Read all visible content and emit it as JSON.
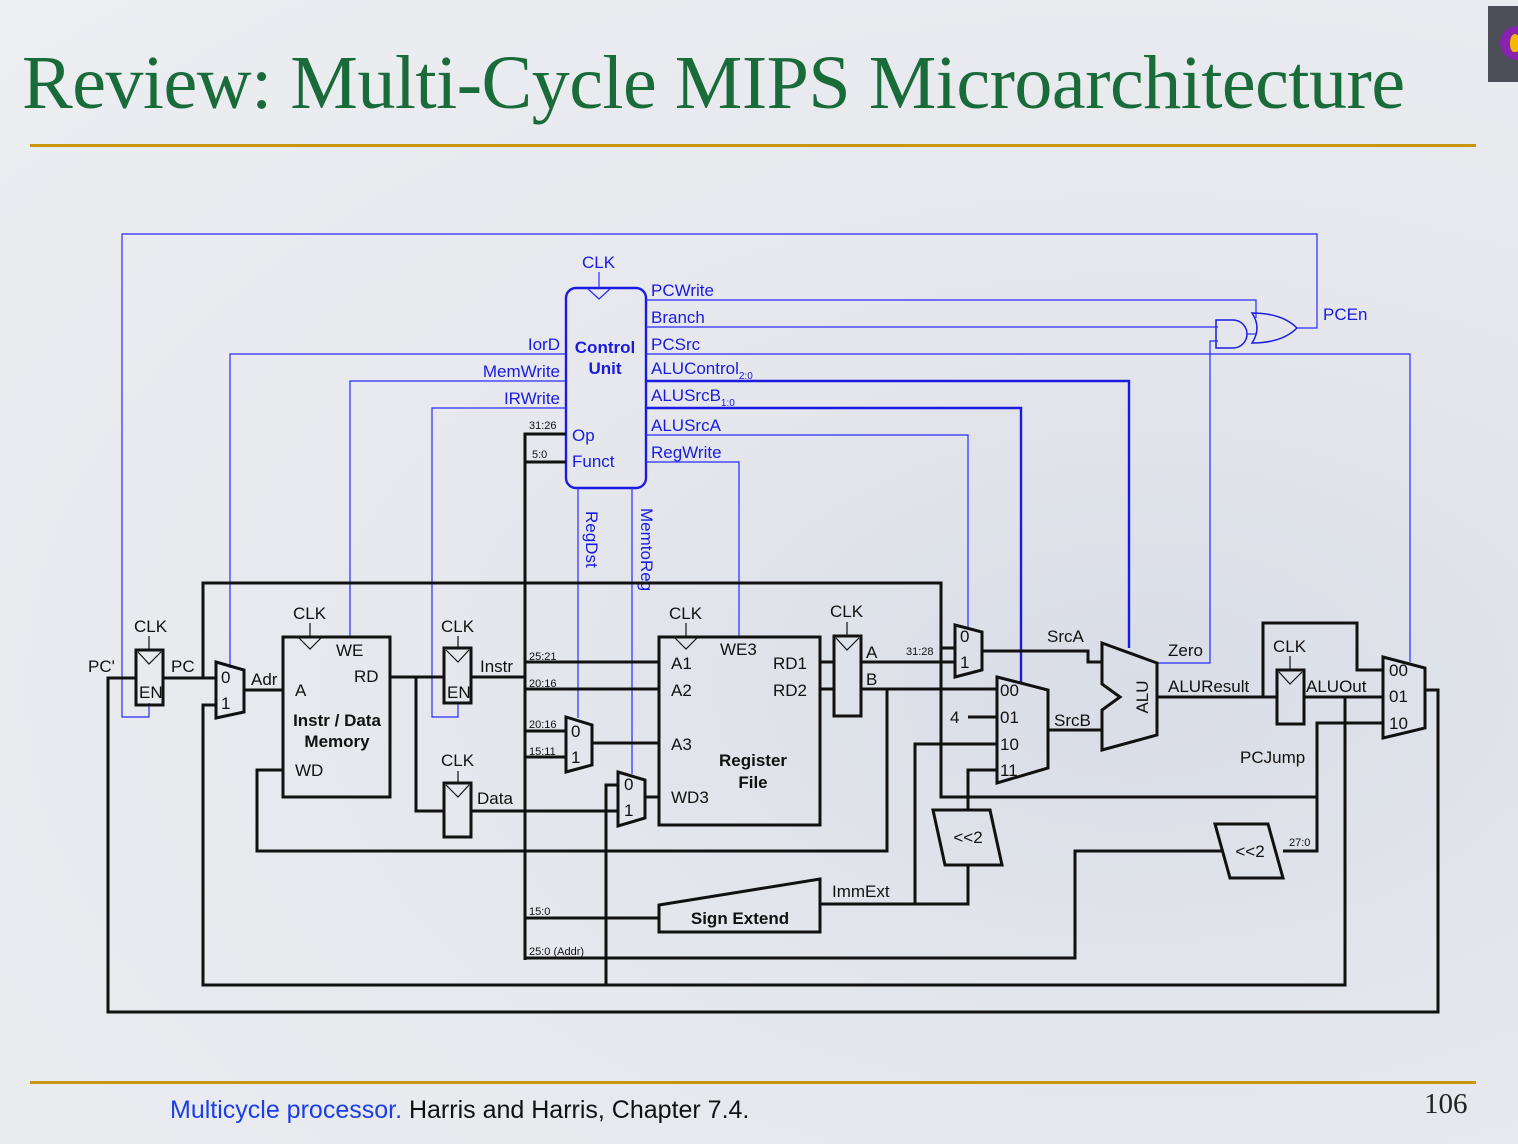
{
  "slide": {
    "title": "Review: Multi-Cycle MIPS Microarchitecture",
    "footer_link": "Multicycle processor.",
    "footer_text": " Harris and Harris, Chapter 7.4.",
    "page_number": "106"
  },
  "colors": {
    "title": "#1a6b3a",
    "rule": "#c8960f",
    "control": "#1a1ae0",
    "link": "#1a3ee8"
  },
  "diagram": {
    "labels": {
      "clk": "CLK",
      "control": "Control",
      "unit": "Unit",
      "op": "Op",
      "funct": "Funct",
      "iord": "IorD",
      "memwrite": "MemWrite",
      "irwrite": "IRWrite",
      "pcwrite": "PCWrite",
      "branch": "Branch",
      "pcsrc": "PCSrc",
      "alucontrol": "ALUControl",
      "alucontrol_sub": "2:0",
      "alusrcb": "ALUSrcB",
      "alusrcb_sub": "1:0",
      "alusrca": "ALUSrcA",
      "regwrite": "RegWrite",
      "regdst": "RegDst",
      "memtoreg": "MemtoReg",
      "pcen": "PCEn",
      "pc_prime": "PC'",
      "pc": "PC",
      "en": "EN",
      "adr": "Adr",
      "we": "WE",
      "rd": "RD",
      "a": "A",
      "mem1": "Instr / Data",
      "mem2": "Memory",
      "wd": "WD",
      "instr": "Instr",
      "data": "Data",
      "b_31_26": "31:26",
      "b_5_0": "5:0",
      "b_25_21": "25:21",
      "b_20_16": "20:16",
      "b_15_11": "15:11",
      "b_15_0": "15:0",
      "b_25_0": "25:0 (Addr)",
      "b_31_28": "31:28",
      "b_27_0": "27:0",
      "we3": "WE3",
      "a1": "A1",
      "a2": "A2",
      "a3": "A3",
      "wd3": "WD3",
      "rd1": "RD1",
      "rd2": "RD2",
      "rf1": "Register",
      "rf2": "File",
      "reg_a": "A",
      "reg_b": "B",
      "srca": "SrcA",
      "srcb": "SrcB",
      "four": "4",
      "alu": "ALU",
      "zero": "Zero",
      "aluresult": "ALUResult",
      "aluout": "ALUOut",
      "pcjump": "PCJump",
      "shift": "<<2",
      "signext": "Sign Extend",
      "immext": "ImmExt",
      "m0": "0",
      "m1": "1",
      "m00": "00",
      "m01": "01",
      "m10": "10",
      "m11": "11"
    }
  }
}
